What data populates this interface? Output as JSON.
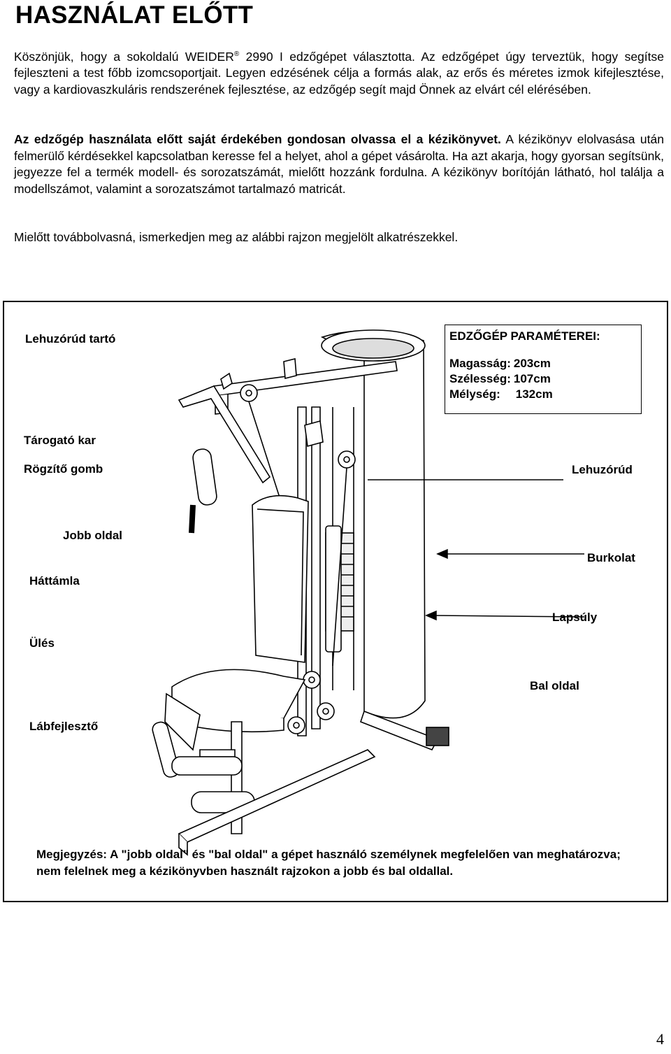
{
  "title": "HASZNÁLAT ELŐTT",
  "intro": {
    "before_brand": "Köszönjük, hogy a sokoldalú WEIDER",
    "reg_mark": "®",
    "after_brand": " 2990 I edzőgépet választotta. Az edzőgépet úgy terveztük, hogy segítse fejleszteni a test főbb izomcsoportjait. Legyen edzésének célja a formás alak, az erős és méretes izmok kifejlesztése, vagy a kardiovaszkuláris rendszerének fejlesztése, az edzőgép segít majd Önnek az elvárt cél elérésében."
  },
  "manual_para": {
    "bold": "Az edzőgép használata előtt saját érdekében gondosan olvassa el a kézikönyvet.",
    "rest": " A kézikönyv elolvasása után felmerülő kérdésekkel kapcsolatban keresse fel a helyet, ahol a gépet vásárolta. Ha azt akarja, hogy gyorsan segítsünk, jegyezze fel a termék modell- és sorozatszámát, mielőtt hozzánk fordulna. A kézikönyv borítóján látható, hol találja a modellszámot, valamint a sorozatszámot tartalmazó matricát."
  },
  "before_reading": "Mielőtt továbbolvasná, ismerkedjen meg az alábbi rajzon megjelölt alkatrészekkel.",
  "figure": {
    "labels": {
      "lehuzorud_tarto": "Lehuzórúd tartó",
      "torogato_kar": "Tárogató kar",
      "rogzito_gomb": "Rögzítő gomb",
      "jobb_oldal": "Jobb oldal",
      "hattamla": "Háttámla",
      "ules": "Ülés",
      "labfejleszto": "Lábfejlesztő",
      "lehuzorud": "Lehuzórúd",
      "burkolat": "Burkolat",
      "lapsuly": "Lapsúly",
      "bal_oldal": "Bal oldal"
    },
    "params": {
      "heading": "EDZŐGÉP PARAMÉTEREI:",
      "height_label": "Magasság:",
      "height_value": "203cm",
      "width_label": "Szélesség:",
      "width_value": "107cm",
      "depth_label": "Mélység:",
      "depth_value": "132cm"
    },
    "note": "Megjegyzés: A \"jobb oldal\" és \"bal oldal\" a gépet használó személynek megfelelően van meghatározva; nem felelnek meg a kézikönyvben használt rajzokon a jobb és bal oldallal."
  },
  "page_number": "4"
}
